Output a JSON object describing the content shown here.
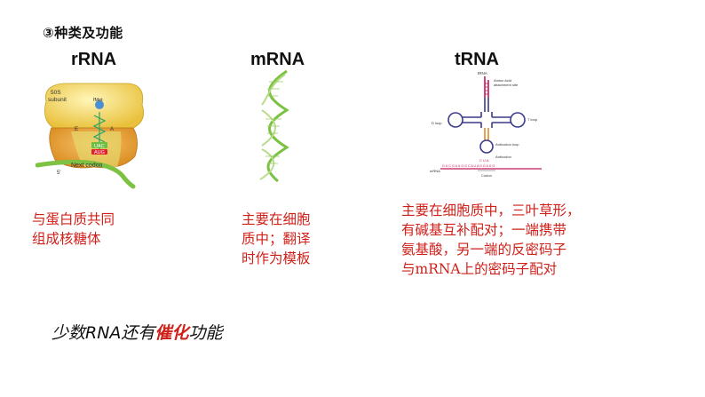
{
  "section_heading": "③种类及功能",
  "columns": [
    {
      "title": "rRNA",
      "desc": [
        "与蛋白质共同",
        "组成核糖体"
      ]
    },
    {
      "title": "mRNA",
      "desc": [
        "主要在细胞",
        "质中；翻译",
        "时作为模板"
      ]
    },
    {
      "title": "tRNA",
      "desc": [
        "主要在细胞质中，三叶草形，",
        "有碱基互补配对；一端携带",
        "氨基酸，另一端的反密码子",
        "与mRNA上的密码子配对"
      ]
    }
  ],
  "ribosome_labels": {
    "subunit": "50S",
    "subunit_word": "subunit",
    "fmet": "fMet",
    "e": "E",
    "a": "A",
    "anticodon": "UAC",
    "codon": "AUG",
    "five_prime": "5'",
    "next_codon": "Next codon"
  },
  "trna_labels": {
    "trna": "tRNA",
    "amino": "Amino Acid",
    "attach": "attachment site",
    "dloop": "D loop",
    "tloop": "T loop",
    "anticodon_loop": "Anticodon loop",
    "anticodon": "Anticodon",
    "mrna": "mRNA",
    "codon": "Codon",
    "bases": "G U C G A U G G C A U A G G A G G",
    "anticodon_bases": "C U A"
  },
  "footer": {
    "part1": "少数RNA还有",
    "highlight": "催化",
    "part2": "功能"
  }
}
